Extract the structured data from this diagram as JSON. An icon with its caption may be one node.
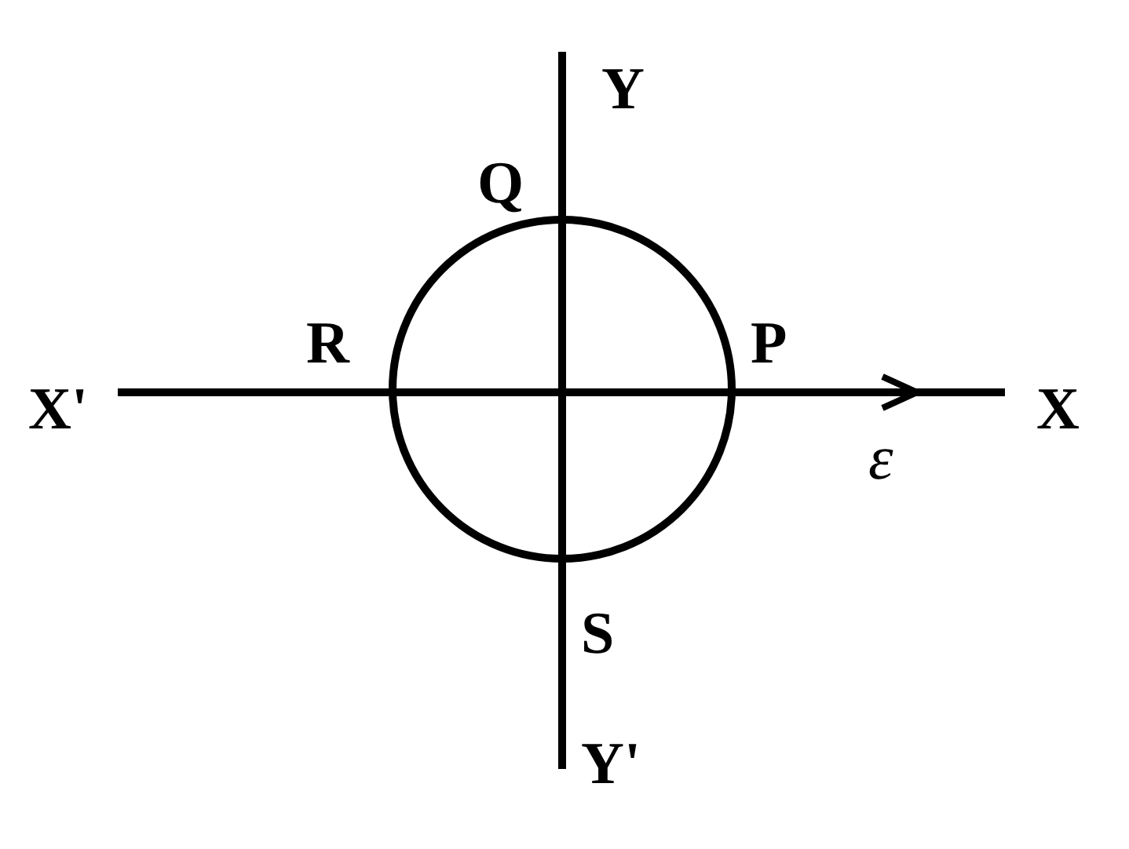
{
  "diagram": {
    "labels": [
      "Y",
      "Q",
      "R",
      "P",
      "X'",
      "X",
      "ε",
      "S",
      "Y'"
    ]
  }
}
